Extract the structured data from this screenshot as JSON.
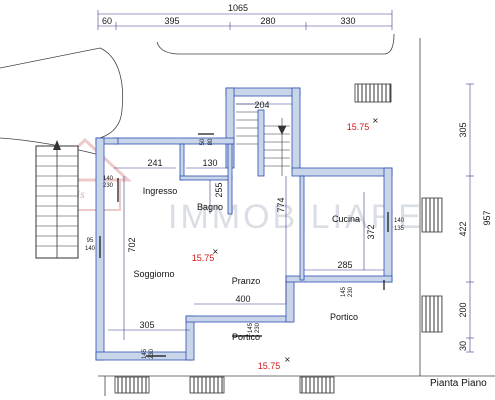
{
  "colors": {
    "wall_fill": "#c9d6ea",
    "wall_stroke": "#2b4fb0",
    "dimension_line": "#3a3a8a",
    "level_text": "#d11a1a",
    "watermark": "#d9dce3"
  },
  "dimensions": {
    "top_total": "1065",
    "top_seg_1": "60",
    "top_seg_2": "395",
    "top_seg_3": "280",
    "top_seg_4": "330",
    "right_1": "305",
    "right_2": "422",
    "right_3": "200",
    "right_4": "30",
    "right_total": "957",
    "stair_width": "204",
    "d241": "241",
    "d130": "130",
    "d255": "255",
    "d774": "774",
    "d702": "702",
    "d372": "372",
    "d285": "285",
    "d400": "400",
    "d305": "305"
  },
  "openings": {
    "bagno_window_top": "50",
    "bagno_window_bottom": "80",
    "ingresso_window_top": "140",
    "ingresso_window_bottom": "230",
    "soggiorno_window_top": "95",
    "soggiorno_window_bottom": "140",
    "cucina_window_top": "140",
    "cucina_window_bottom": "135",
    "portico_right_top": "145",
    "portico_right_bottom": "230",
    "portico_door_top": "145",
    "portico_door_bottom": "230",
    "soggiorno_door_top": "145",
    "soggiorno_door_bottom": "230"
  },
  "rooms": {
    "ingresso": "Ingresso",
    "bagno": "Bagno",
    "cucina": "Cucina",
    "soggiorno": "Soggiorno",
    "pranzo": "Pranzo",
    "portico_right": "Portico",
    "portico_bottom": "Portico"
  },
  "levels": {
    "top_right": "15.75",
    "center": "15.75",
    "bottom": "15.75"
  },
  "title": "Pianta Piano",
  "watermark": {
    "main": "IMMOBILIARE",
    "logo_text": "Regis"
  },
  "icons": {
    "stairs": "stairs-icon",
    "level_marker": "level-marker-icon",
    "logo": "house-logo-icon"
  }
}
